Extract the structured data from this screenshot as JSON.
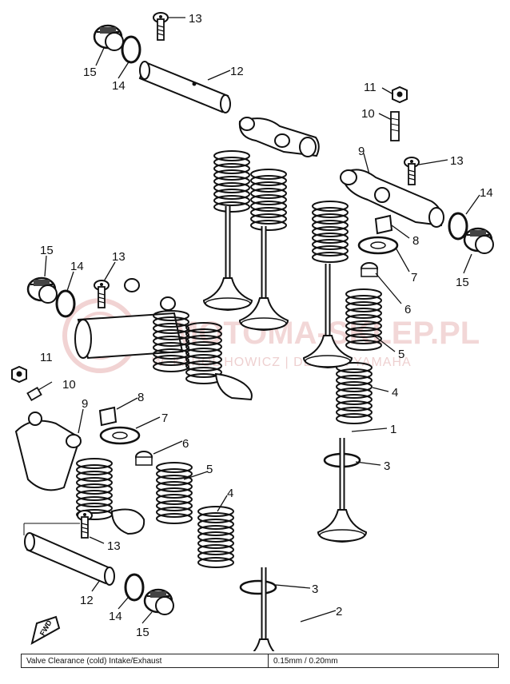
{
  "watermark": {
    "brand": "MOTOMA-SKLEP.PL",
    "subtitle": "W. KAROL HOWICZ | DEALER YAMAHA"
  },
  "callouts": [
    {
      "id": "13-top",
      "text": "13"
    },
    {
      "id": "15-top",
      "text": "15"
    },
    {
      "id": "14-top",
      "text": "14"
    },
    {
      "id": "12-top",
      "text": "12"
    },
    {
      "id": "11-right",
      "text": "11"
    },
    {
      "id": "10-right",
      "text": "10"
    },
    {
      "id": "9-right",
      "text": "9"
    },
    {
      "id": "13-right",
      "text": "13"
    },
    {
      "id": "14-right",
      "text": "14"
    },
    {
      "id": "8-right",
      "text": "8"
    },
    {
      "id": "7-right",
      "text": "7"
    },
    {
      "id": "15-right",
      "text": "15"
    },
    {
      "id": "6-right",
      "text": "6"
    },
    {
      "id": "5-right",
      "text": "5"
    },
    {
      "id": "4-right",
      "text": "4"
    },
    {
      "id": "1-right",
      "text": "1"
    },
    {
      "id": "3-right",
      "text": "3"
    },
    {
      "id": "15-left",
      "text": "15"
    },
    {
      "id": "14-left",
      "text": "14"
    },
    {
      "id": "13-left",
      "text": "13"
    },
    {
      "id": "11-left",
      "text": "11"
    },
    {
      "id": "10-left",
      "text": "10"
    },
    {
      "id": "9-left",
      "text": "9"
    },
    {
      "id": "8-left",
      "text": "8"
    },
    {
      "id": "7-left",
      "text": "7"
    },
    {
      "id": "6-left",
      "text": "6"
    },
    {
      "id": "5-left",
      "text": "5"
    },
    {
      "id": "4-left",
      "text": "4"
    },
    {
      "id": "13-bottom",
      "text": "13"
    },
    {
      "id": "12-bottom",
      "text": "12"
    },
    {
      "id": "3-bottom",
      "text": "3"
    },
    {
      "id": "2-bottom",
      "text": "2"
    },
    {
      "id": "14-bottom",
      "text": "14"
    },
    {
      "id": "15-bottom",
      "text": "15"
    }
  ],
  "fwd_label": "FWD",
  "spec_table": {
    "label": "Valve Clearance (cold) Intake/Exhaust",
    "value": "0.15mm / 0.20mm"
  }
}
